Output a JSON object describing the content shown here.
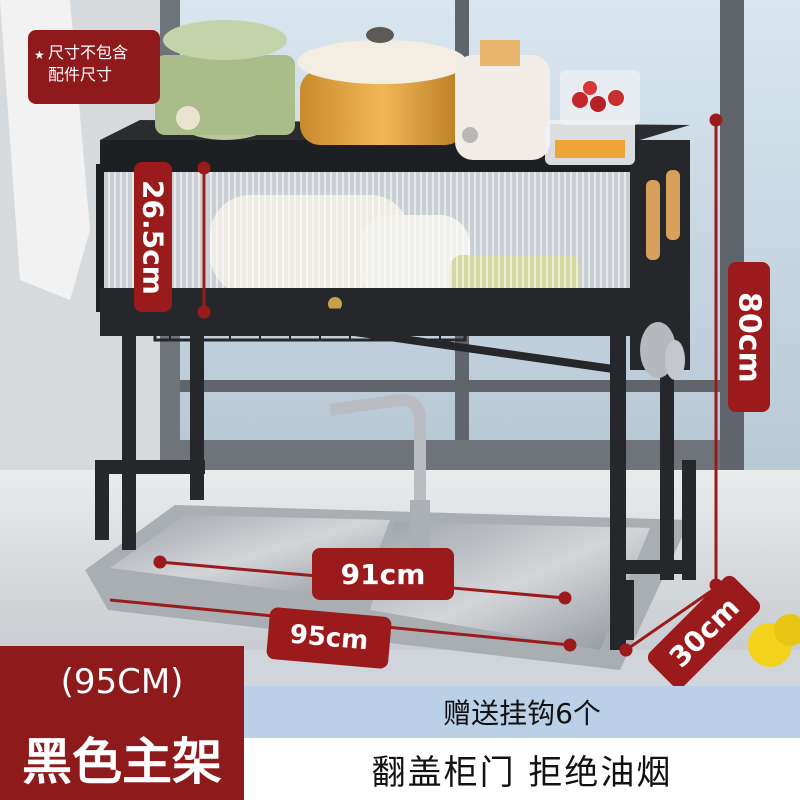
{
  "note": {
    "text_line1": "尺寸不包含",
    "text_line2": "配件尺寸",
    "icon": "star-icon"
  },
  "dimensions": {
    "shelf_height": "26.5cm",
    "total_height": "80cm",
    "inner_width": "91cm",
    "outer_width": "95cm",
    "depth": "30cm"
  },
  "footer": {
    "size": "(95CM)",
    "product_name": "黑色主架",
    "gift": "赠送挂钩6个",
    "feature": "翻盖柜门  拒绝油烟"
  },
  "colors": {
    "accent": "#8e1a1c",
    "banner": "#b9d0e6",
    "rack": "#26272b"
  }
}
